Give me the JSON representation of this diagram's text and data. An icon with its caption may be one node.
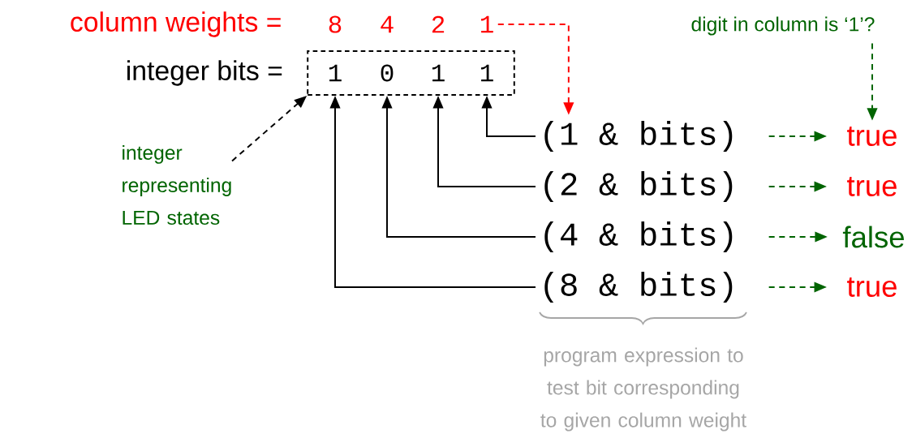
{
  "diagram": {
    "nodes": [
      {
        "text": [
          "column weights ="
        ]
      },
      {
        "text": [
          "8"
        ]
      },
      {
        "text": [
          "4"
        ]
      },
      {
        "text": [
          "2"
        ]
      },
      {
        "text": [
          "1"
        ]
      },
      {
        "text": [],
        "shape": "box"
      },
      {
        "text": [
          "1"
        ],
        "in": 5
      },
      {
        "text": [
          "0"
        ],
        "in": 5
      },
      {
        "text": [
          "1"
        ],
        "in": 5
      },
      {
        "text": [
          "1"
        ],
        "in": 5
      },
      {
        "text": [
          "integer representing LED states"
        ]
      },
      {
        "text": [
          "(1 & bits)"
        ]
      },
      {
        "text": [
          "(2 & bits)"
        ]
      },
      {
        "text": [
          "(4 & bits)"
        ]
      },
      {
        "text": [
          "(8 & bits)"
        ]
      },
      {
        "text": [
          "true"
        ]
      },
      {
        "text": [
          "true"
        ]
      },
      {
        "text": [
          "false"
        ]
      },
      {
        "text": [
          "true"
        ]
      },
      {
        "text": [
          "digit in column is ‘1’?"
        ]
      }
    ],
    "edges": [
      {
        "from": 4,
        "to": 11,
        "arrow": "to",
        "style": "dashed",
        "color": "#ff0000"
      },
      {
        "from": 10,
        "to": 5,
        "arrow": "to",
        "style": "dashed"
      },
      {
        "from": 11,
        "to": 9,
        "arrow": "to"
      },
      {
        "from": 12,
        "to": 8,
        "arrow": "to"
      },
      {
        "from": 13,
        "to": 7,
        "arrow": "to"
      },
      {
        "from": 14,
        "to": 6,
        "arrow": "to"
      },
      {
        "from": 11,
        "to": 15,
        "arrow": "to",
        "style": "dashed",
        "color": "#006400"
      },
      {
        "from": 12,
        "to": 16,
        "arrow": "to",
        "style": "dashed",
        "color": "#006400"
      },
      {
        "from": 13,
        "to": 17,
        "arrow": "to",
        "style": "dashed",
        "color": "#006400"
      },
      {
        "from": 14,
        "to": 18,
        "arrow": "to",
        "style": "dashed",
        "color": "#006400"
      },
      {
        "from": 19,
        "to": 15,
        "arrow": "to",
        "style": "dashed",
        "color": "#006400"
      }
    ],
    "labels": [
      "integer bits =",
      "program expression to test bit corresponding to given column weight"
    ]
  }
}
